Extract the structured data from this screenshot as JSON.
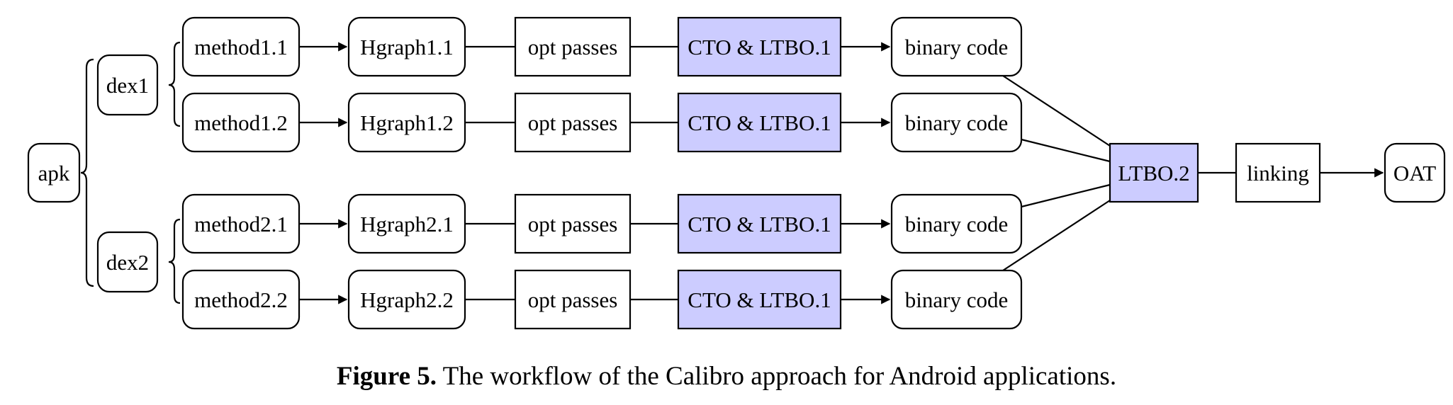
{
  "colors": {
    "highlight": "#ccccff",
    "plain": "#ffffff",
    "stroke": "#000000"
  },
  "nodes": {
    "apk": "apk",
    "dex1": "dex1",
    "dex2": "dex2",
    "m11": "method1.1",
    "m12": "method1.2",
    "m21": "method2.1",
    "m22": "method2.2",
    "h11": "Hgraph1.1",
    "h12": "Hgraph1.2",
    "h21": "Hgraph2.1",
    "h22": "Hgraph2.2",
    "o1": "opt passes",
    "o2": "opt passes",
    "o3": "opt passes",
    "o4": "opt passes",
    "c1": "CTO & LTBO.1",
    "c2": "CTO & LTBO.1",
    "c3": "CTO & LTBO.1",
    "c4": "CTO & LTBO.1",
    "b1": "binary code",
    "b2": "binary code",
    "b3": "binary code",
    "b4": "binary code",
    "ltbo2": "LTBO.2",
    "linking": "linking",
    "oat": "OAT"
  },
  "caption": {
    "label": "Figure 5.",
    "text": " The workflow of the Calibro approach for Android applications."
  }
}
